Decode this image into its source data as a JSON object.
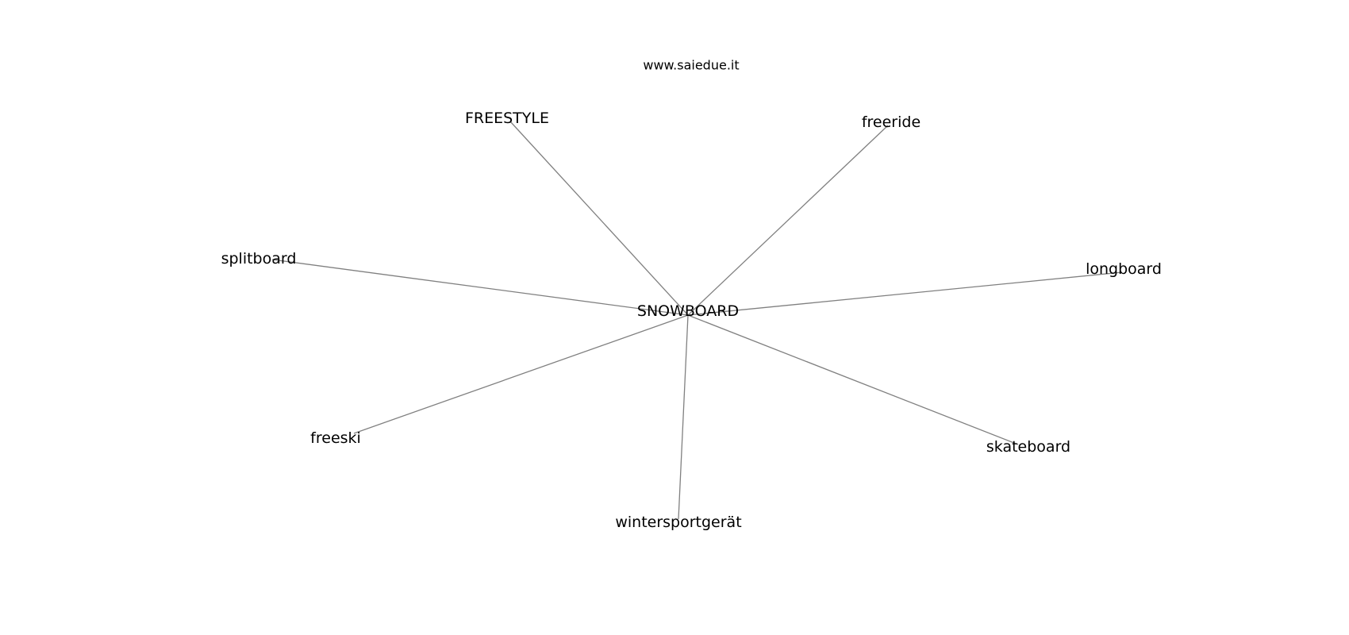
{
  "site": "www.saiedue.it",
  "center": {
    "label": "SNOWBOARD"
  },
  "nodes": [
    {
      "id": "freestyle",
      "label": "FREESTYLE"
    },
    {
      "id": "freeride",
      "label": "freeride"
    },
    {
      "id": "splitboard",
      "label": "splitboard"
    },
    {
      "id": "longboard",
      "label": "longboard"
    },
    {
      "id": "freeski",
      "label": "freeski"
    },
    {
      "id": "skateboard",
      "label": "skateboard"
    },
    {
      "id": "wintersportgerat",
      "label": "wintersportgerät"
    }
  ]
}
